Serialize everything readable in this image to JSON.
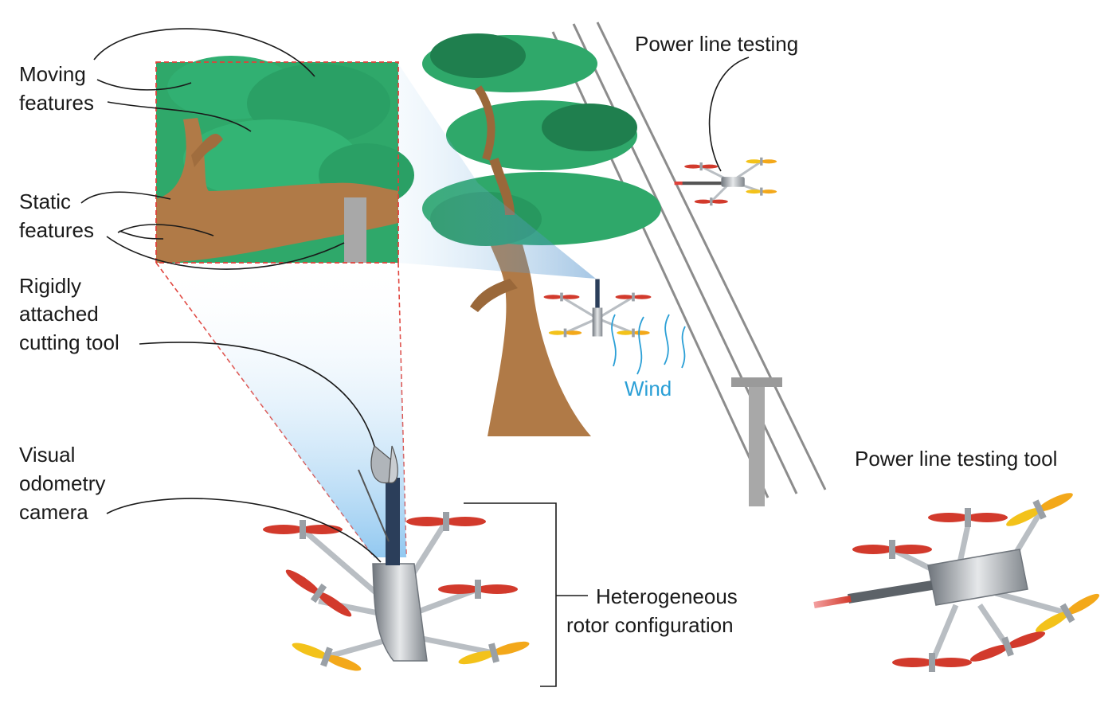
{
  "labels": {
    "moving_line1": "Moving",
    "moving_line2": "features",
    "static_line1": "Static",
    "static_line2": "features",
    "rigid_line1": "Rigidly",
    "rigid_line2": "attached",
    "rigid_line3": "cutting tool",
    "visual_line1": "Visual",
    "visual_line2": "odometry",
    "visual_line3": "camera",
    "hetero_line1": "Heterogeneous",
    "hetero_line2": "rotor configuration",
    "power_line_testing": "Power line testing",
    "power_line_tool": "Power line testing tool",
    "wind": "Wind"
  },
  "colors": {
    "foliage": "#2fa86a",
    "foliage_dark": "#1f7f4e",
    "trunk": "#b07a47",
    "rotor_red": "#d23a2c",
    "rotor_yellow": "#f3c21a",
    "frame_gray": "#9aa0a6",
    "wind_blue": "#2a9fd6",
    "fov_blue": "#9fd0f2",
    "dashed_red": "#e0413a"
  }
}
